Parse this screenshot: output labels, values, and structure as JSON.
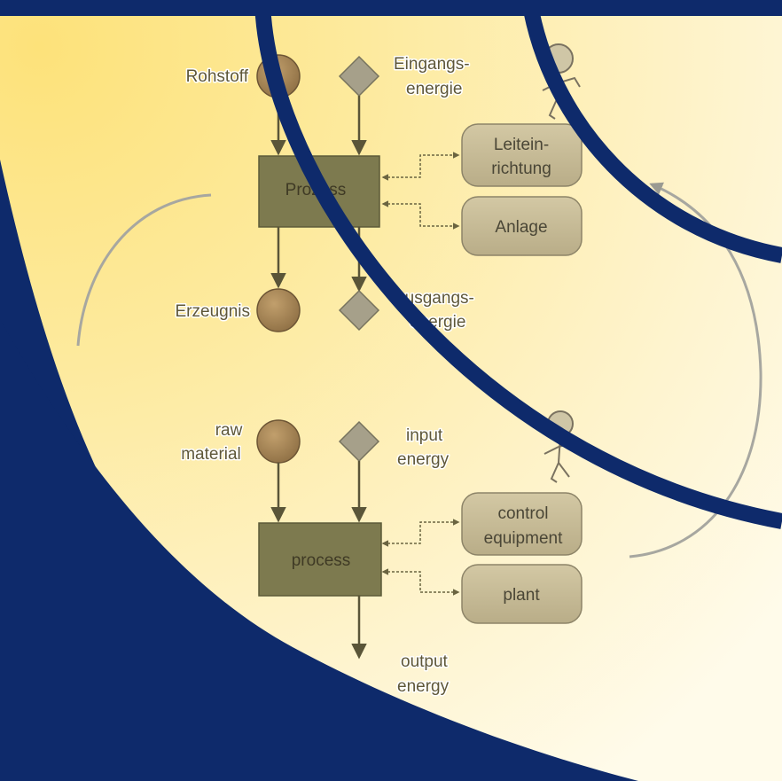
{
  "colors": {
    "navy": "#0e2a6b",
    "bg_yellow": "#fde27a",
    "bg_light": "#fffbea",
    "process_box": "#7d7a4f",
    "rounded_box": "#c7bb96",
    "circle": "#a58659",
    "diamond": "#a6a08a",
    "arrow": "#5a5538"
  },
  "german": {
    "raw_label": "Rohstoff",
    "input_energy_label": [
      "Eingangs-",
      "energie"
    ],
    "process_label": "Prozess",
    "control_label": [
      "Leitein-",
      "richtung"
    ],
    "plant_label": "Anlage",
    "product_label": "Erzeugnis",
    "output_energy_label": [
      "Ausgangs-",
      "energie"
    ]
  },
  "english": {
    "raw_label": [
      "raw",
      "material"
    ],
    "input_energy_label": [
      "input",
      "energy"
    ],
    "process_label": "process",
    "control_label": [
      "control",
      "equipment"
    ],
    "plant_label": "plant",
    "output_energy_label": [
      "output",
      "energy"
    ]
  }
}
